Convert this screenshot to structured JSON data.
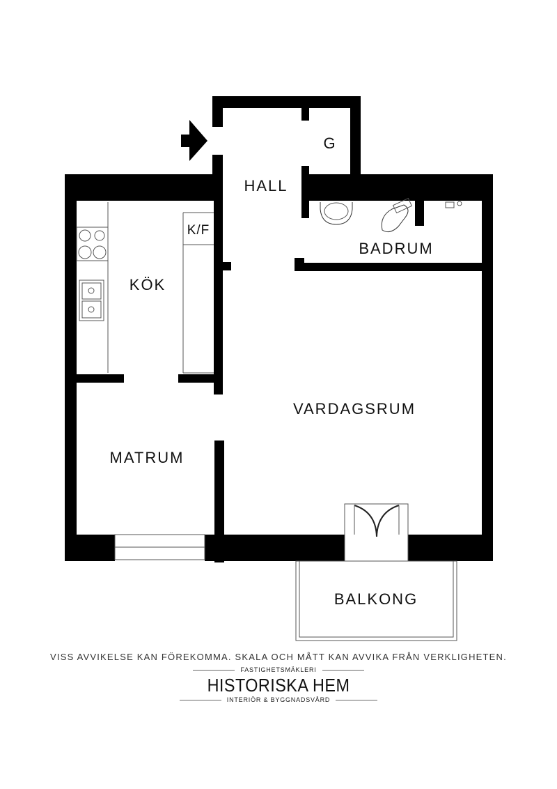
{
  "rooms": {
    "hall": "HALL",
    "closet": "G",
    "kitchen": "KÖK",
    "fridge": "K/F",
    "bathroom": "BADRUM",
    "living": "VARDAGSRUM",
    "dining": "MATRUM",
    "balcony": "BALKONG"
  },
  "footer": {
    "disclaimer": "VISS AVVIKELSE KAN FÖREKOMMA. SKALA OCH MÅTT KAN AVVIKA FRÅN VERKLIGHETEN.",
    "brand_tagline_top": "FASTIGHETSMÄKLERI",
    "brand_name": "HISTORISKA HEM",
    "brand_tagline_bottom": "INTERIÖR & BYGGNADSVÅRD"
  },
  "colors": {
    "wall": "#000000",
    "background": "#ffffff",
    "line": "#555555"
  },
  "icons": {
    "entrance": "entrance-arrow-icon"
  }
}
